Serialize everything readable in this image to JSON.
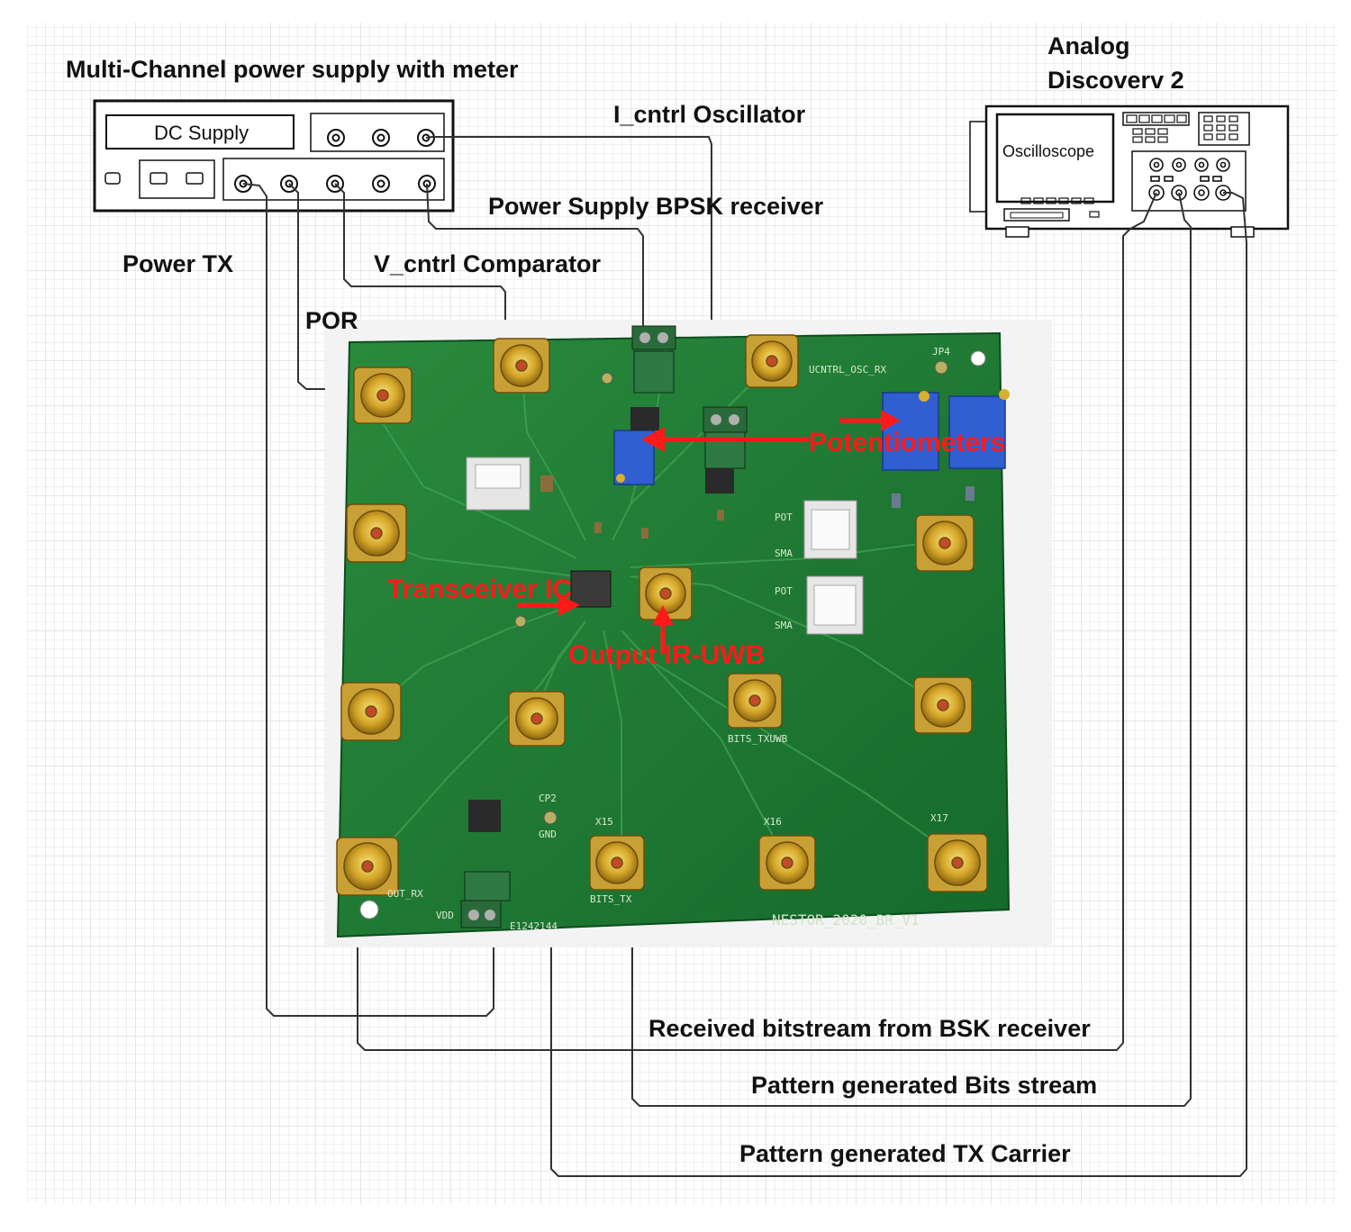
{
  "labels": {
    "power_supply_title": "Multi-Channel power supply with meter",
    "dc_supply": "DC Supply",
    "analog_line1": "Analog",
    "analog_line2": "Discoverv 2",
    "oscilloscope": "Oscilloscope",
    "i_cntrl": "I_cntrl Oscillator",
    "power_bpsk": "Power Supply BPSK receiver",
    "power_tx": "Power TX",
    "v_cntrl": "V_cntrl Comparator",
    "por": "POR",
    "received_bitstream": "Received bitstream from BSK receiver",
    "pattern_bits": "Pattern generated  Bits stream",
    "pattern_tx": "Pattern generated TX Carrier"
  },
  "board": {
    "potentiometers": "Potentiometers",
    "transceiver_ic": "Transceiver IC",
    "output_ir_uwb": "Output IR-UWB",
    "board_name": "NESTOR_2020_BR_V1"
  },
  "colors": {
    "pcb_green": "#1f7a34",
    "annotation_red": "#ff1a1a",
    "wire": "#333333"
  }
}
